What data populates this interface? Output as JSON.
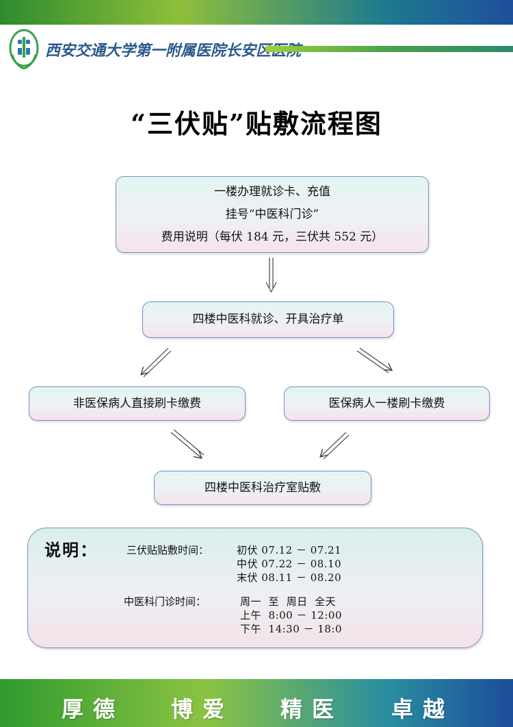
{
  "header": {
    "hospital_name": "西安交通大学第一附属医院长安区医院"
  },
  "title": "“三伏贴”贴敷流程图",
  "flow": {
    "step1": {
      "line1": "一楼办理就诊卡、充值",
      "line2": "挂号“中医科门诊”",
      "line3": "费用说明（每伏 184 元，三伏共 552 元）"
    },
    "step2": "四楼中医科就诊、开具治疗单",
    "step3_left": "非医保病人直接刷卡缴费",
    "step3_right": "医保病人一楼刷卡缴费",
    "step4": "四楼中医科治疗室贴敷"
  },
  "note": {
    "title": "说明：",
    "application_time_label": "三伏贴贴敷时间：",
    "application_times": [
      "初伏 07.12 － 07.21",
      "中伏 07.22 － 08.10",
      "末伏 08.11 － 08.20"
    ],
    "clinic_time_label": "中医科门诊时间：",
    "clinic_times": [
      "周一  至  周日  全天",
      "上午  8:00 － 12:00",
      "下午  14:30 － 18:0"
    ]
  },
  "motto": [
    "厚德",
    "博爱",
    "精医",
    "卓越"
  ],
  "colors": {
    "title_text": "#000000",
    "hospital_name": "#2a5a8c",
    "box_border": "#7a90c0",
    "band_green": "#2f9a2f",
    "band_blue": "#1c4d9a"
  }
}
